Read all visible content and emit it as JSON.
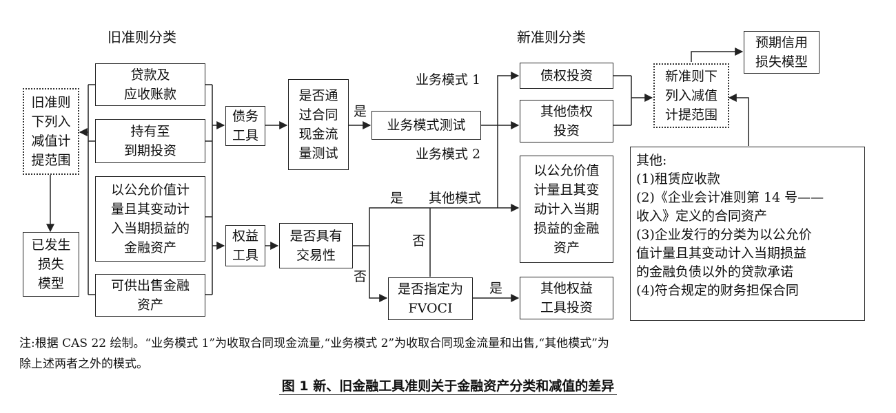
{
  "headings": {
    "old_standard": "旧准则分类",
    "new_standard": "新准则分类"
  },
  "old_side": {
    "impairment_scope": "旧准则\n下列入\n减值计\n提范围",
    "incurred_loss_model": "已发生\n损失\n模型",
    "categories": [
      "贷款及\n应收账款",
      "持有至\n到期投资",
      "以公允价值计\n量且其变动计\n入当期损益的\n金融资产",
      "可供出售金融\n资产"
    ]
  },
  "instruments": {
    "debt": "债务\n工具",
    "equity": "权益\n工具"
  },
  "tests": {
    "sppi": "是否通\n过合同\n现金流\n量测试",
    "business_model": "业务模式测试",
    "trading": "是否具有\n交易性",
    "fvoci_designation": "是否指定为\nFVOCI"
  },
  "labels": {
    "yes_sppi": "是",
    "model1": "业务模式 1",
    "model2": "业务模式 2",
    "yes_other": "是",
    "other_model": "其他模式",
    "no_designation": "否",
    "no_trading": "否",
    "yes_fvoci": "是"
  },
  "new_side": {
    "debt_investment": "债权投资",
    "other_debt_investment": "其他债权\n投资",
    "fvtpl": "以公允价值\n计量且其变\n动计入当期\n损益的金融\n资产",
    "other_equity_investment": "其他权益\n工具投资",
    "impairment_scope": "新准则下\n列入减值\n计提范围",
    "ecl_model": "预期信用\n损失模型"
  },
  "others": {
    "title": "其他:",
    "items": [
      "(1)租赁应收款",
      "(2)《企业会计准则第 14 号——",
      "收入》定义的合同资产",
      "(3)企业发行的分类为以公允价",
      "值计量且其变动计入当期损益",
      "的金融负债以外的贷款承诺",
      "(4)符合规定的财务担保合同"
    ]
  },
  "note": {
    "line1": "注:根据 CAS 22 绘制。“业务模式 1”为收取合同现金流量,“业务模式 2”为收取合同现金流量和出售,“其他模式”为",
    "line2": "除上述两者之外的模式。"
  },
  "caption": "图 1  新、旧金融工具准则关于金融资产分类和减值的差异"
}
